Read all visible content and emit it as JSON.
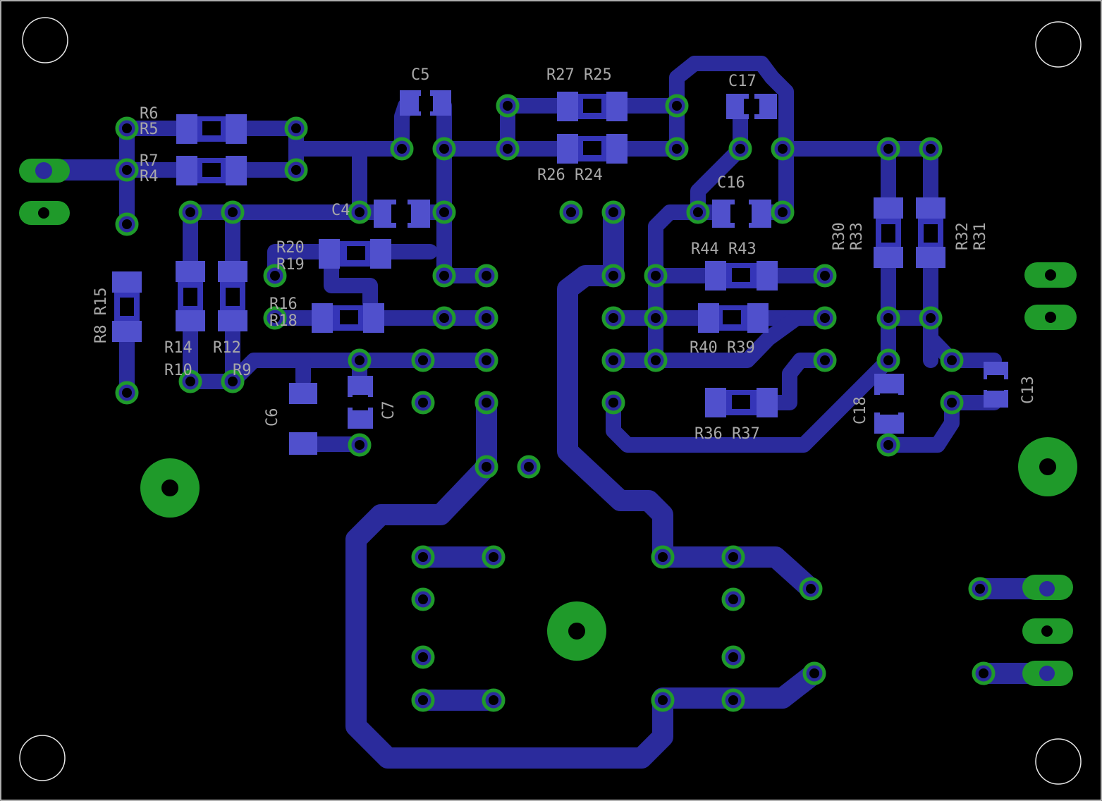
{
  "board": {
    "background": "#000000",
    "colors": {
      "trace": "#2b2b9c",
      "pad_ring": "#1f9a2a",
      "smd_pad": "#5050cc",
      "silkscreen": "#a8a8a8",
      "outline": "#e8e8e8"
    },
    "labels": {
      "c5": "C5",
      "r27_r25": "R27 R25",
      "r26_r24": "R26 R24",
      "c17": "C17",
      "c16": "C16",
      "r6": "R6",
      "r5": "R5",
      "r7": "R7",
      "r4": "R4",
      "c4": "C4",
      "r20": "R20",
      "r19": "R19",
      "r16": "R16",
      "r18": "R18",
      "r8_r15": "R8 R15",
      "r14": "R14",
      "r10": "R10",
      "r12": "R12",
      "r9": "R9",
      "c6": "C6",
      "c7": "C7",
      "r44_r43": "R44 R43",
      "r40_r39": "R40 R39",
      "r36_r37": "R36 R37",
      "r30": "R30",
      "r33": "R33",
      "r32": "R32",
      "r31": "R31",
      "c18": "C18",
      "c13": "C13"
    }
  }
}
